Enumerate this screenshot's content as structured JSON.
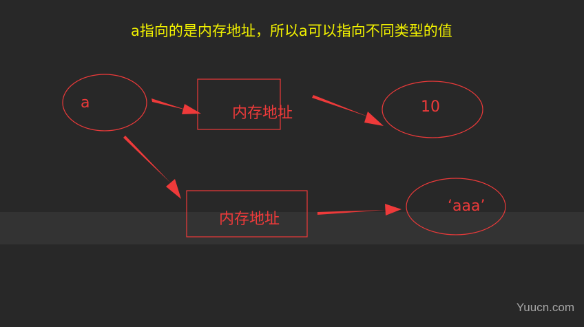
{
  "title": "a指向的是内存地址，所以a可以指向不同类型的值",
  "nodes": {
    "a": "a",
    "address_1": "内存地址",
    "value_10": "10",
    "address_2": "内存地址",
    "value_aaa": "‘aaa’"
  },
  "watermark": "Yuucn.com",
  "colors": {
    "background": "#282828",
    "band": "#333333",
    "title": "#f1f100",
    "shapes": "#ee3a3a"
  }
}
